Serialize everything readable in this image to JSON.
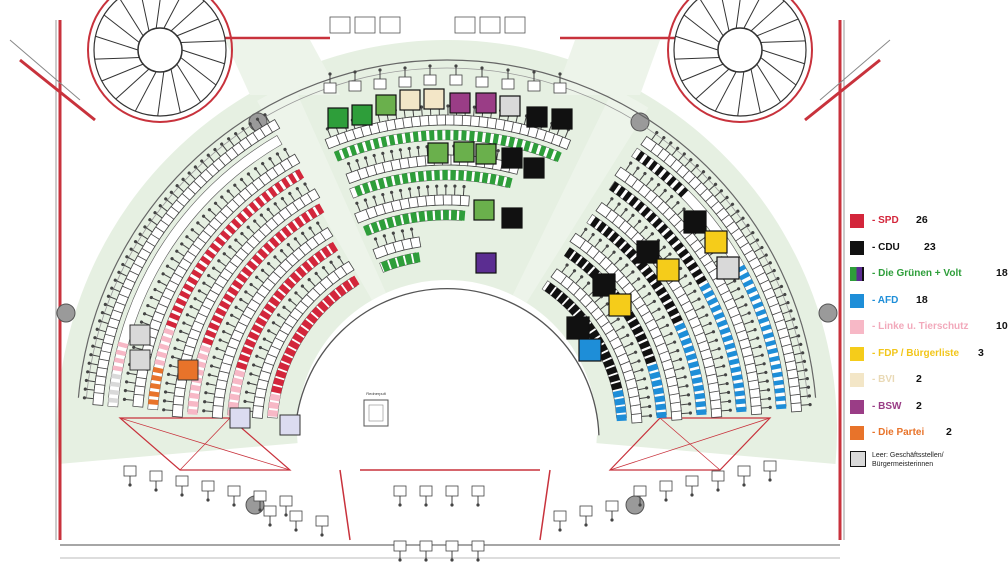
{
  "legend": [
    {
      "label": "- SPD",
      "count": "26",
      "color": "#d3263b",
      "label_color": "#d3263b"
    },
    {
      "label": "- CDU",
      "count": "23",
      "color": "#111111",
      "label_color": "#111111"
    },
    {
      "label": "- Die Grünen + Volt",
      "count": "18",
      "color": "#2e9e3a",
      "label_color": "#2e9e3a",
      "split": true
    },
    {
      "label": "- AFD",
      "count": "18",
      "color": "#1e8ed8",
      "label_color": "#1e8ed8"
    },
    {
      "label": "- Linke u. Tierschutz",
      "count": "10",
      "color": "#f7b8c6",
      "label_color": "#f2a9bb"
    },
    {
      "label": "- FDP / Bürgerliste",
      "count": "3",
      "color": "#f5cc1a",
      "label_color": "#f2c61a"
    },
    {
      "label": "- BVI",
      "count": "2",
      "color": "#f3e6c7",
      "label_color": "#e9d9b5"
    },
    {
      "label": "- BSW",
      "count": "2",
      "color": "#9a3d86",
      "label_color": "#9a3d86"
    },
    {
      "label": "- Die Partei",
      "count": "2",
      "color": "#e8732a",
      "label_color": "#e8732a"
    }
  ],
  "legend_empty": {
    "label": "Leer: Geschäftsstellen/ Bürgermeisterinnen",
    "color": "#d9d9d9"
  },
  "podium_label": "Rednerpult",
  "colors": {
    "SPD": "#d3263b",
    "CDU": "#111111",
    "GRUENE": "#2e9e3a",
    "VOLT": "#5b2d91",
    "AFD": "#1e8ed8",
    "LINKE": "#f7b8c6",
    "FDP": "#f5cc1a",
    "BVI": "#f3e6c7",
    "BSW": "#9a3d86",
    "PARTEI": "#e8732a",
    "EMPTY": "#d9d9d9",
    "floor": "#e6f0e2",
    "wall": "#c8323c"
  }
}
